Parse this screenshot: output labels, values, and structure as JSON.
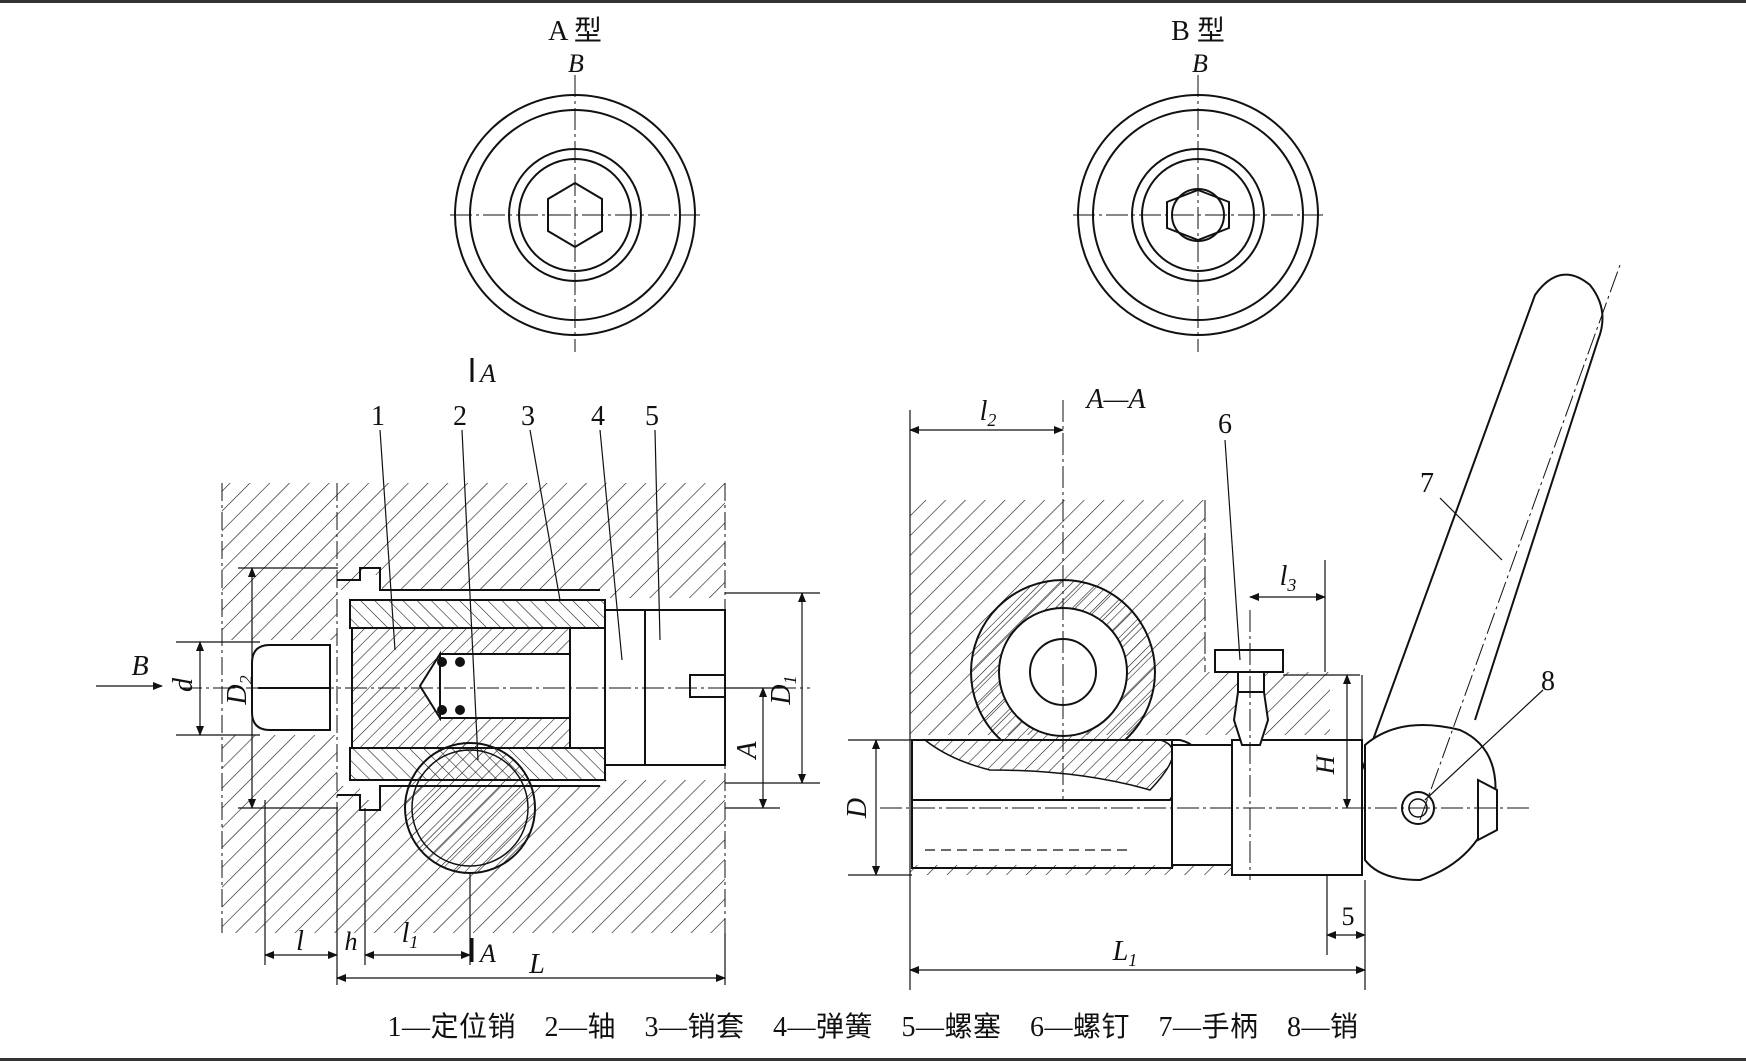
{
  "labels": {
    "view_a_title": "A 型",
    "view_b_title": "B 型",
    "view_b_letter_left": "B",
    "view_b_letter_right": "B",
    "section_mark_top": "A",
    "section_mark_bottom": "A",
    "section_title": "A—A",
    "arrow_b": "B"
  },
  "part_numbers": [
    "1",
    "2",
    "3",
    "4",
    "5",
    "6",
    "7",
    "8"
  ],
  "dimensions": {
    "d": "d",
    "D2": "D",
    "D2_sub": "2",
    "D1": "D",
    "D1_sub": "1",
    "A_dim": "A",
    "l": "l",
    "h": "h",
    "l1": "l",
    "l1_sub": "1",
    "L": "L",
    "l2": "l",
    "l2_sub": "2",
    "l3": "l",
    "l3_sub": "3",
    "H": "H",
    "D": "D",
    "L1": "L",
    "L1_sub": "1",
    "five": "5"
  },
  "legend": "1—定位销　2—轴　3—销套　4—弹簧　5—螺塞　6—螺钉　7—手柄　8—销",
  "colors": {
    "line": "#111111",
    "background": "#ffffff",
    "frame": "#333333"
  }
}
